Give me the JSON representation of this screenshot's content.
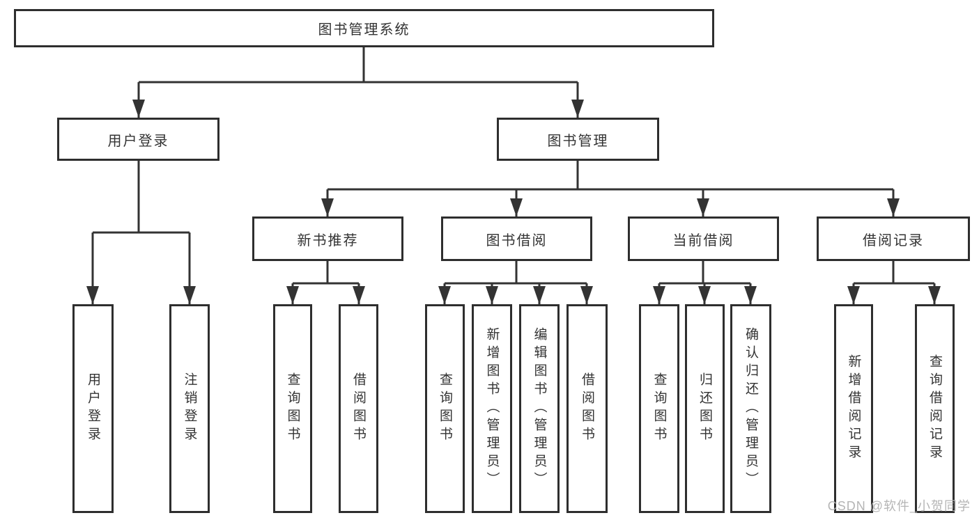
{
  "tree": {
    "label": "图书管理系统",
    "children": [
      {
        "label": "用户登录",
        "children": [
          {
            "label": "用户登录"
          },
          {
            "label": "注销登录"
          }
        ]
      },
      {
        "label": "图书管理",
        "children": [
          {
            "label": "新书推荐",
            "children": [
              {
                "label": "查询图书"
              },
              {
                "label": "借阅图书"
              }
            ]
          },
          {
            "label": "图书借阅",
            "children": [
              {
                "label": "查询图书"
              },
              {
                "label": "新增图书（管理员）"
              },
              {
                "label": "编辑图书（管理员）"
              },
              {
                "label": "借阅图书"
              }
            ]
          },
          {
            "label": "当前借阅",
            "children": [
              {
                "label": "查询图书"
              },
              {
                "label": "归还图书"
              },
              {
                "label": "确认归还（管理员）"
              }
            ]
          },
          {
            "label": "借阅记录",
            "children": [
              {
                "label": "新增借阅记录"
              },
              {
                "label": "查询借阅记录"
              }
            ]
          }
        ]
      }
    ]
  },
  "watermark": {
    "text": "CSDN @软件_小贺同学"
  },
  "colors": {
    "line": "#333333",
    "box_border": "#2e2e2e",
    "text": "#333333",
    "watermark": "#b5b5b5",
    "background": "#ffffff"
  }
}
